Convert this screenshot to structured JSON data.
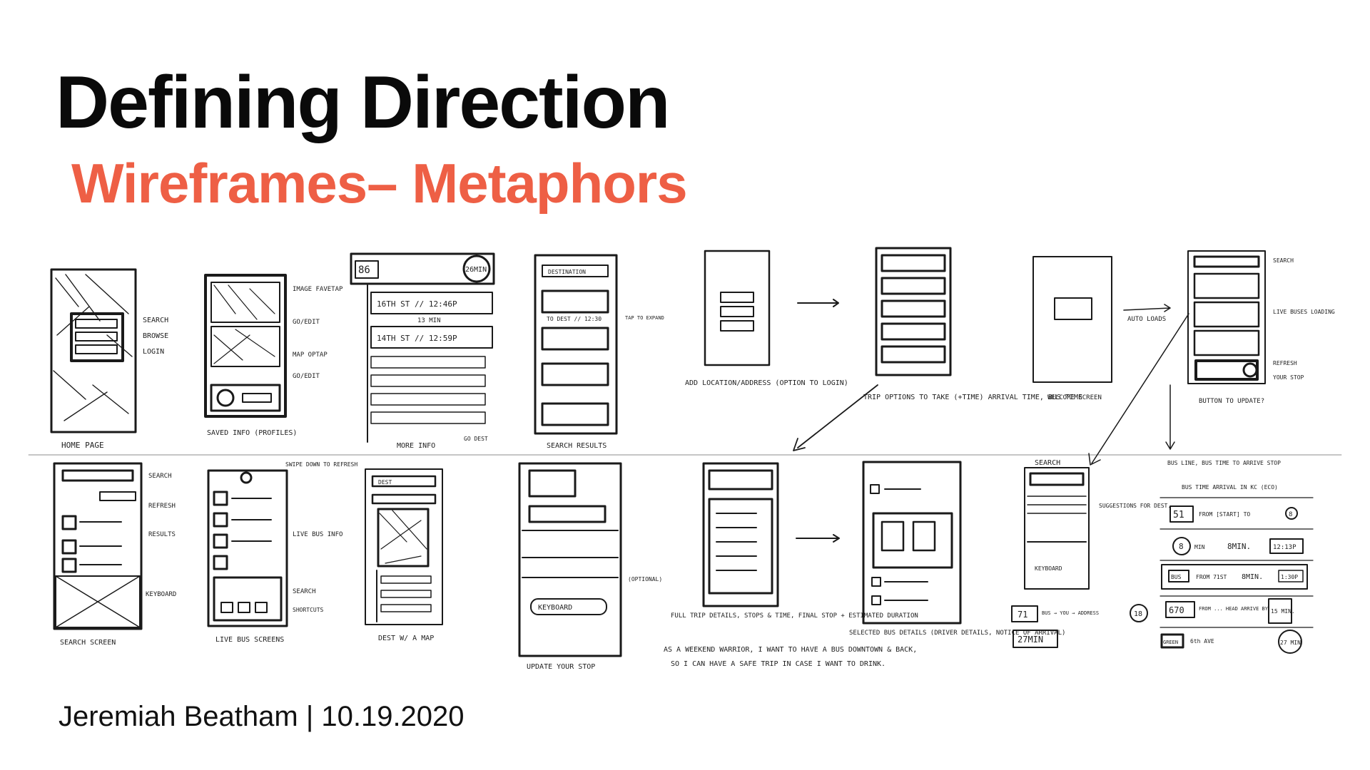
{
  "slide": {
    "title": "Defining Direction",
    "subtitle": "Wireframes– Metaphors",
    "footer": "Jeremiah Beatham | 10.19.2020",
    "accent_color": "#ee5f45",
    "title_color": "#0a0a0a"
  },
  "wireframes": {
    "home_page": {
      "caption": "HOME PAGE",
      "notes": [
        "SEARCH",
        "BROWSE",
        "LOGIN"
      ]
    },
    "saved_info": {
      "caption": "SAVED INFO (PROFILES)",
      "notes": [
        "IMAGE FAVETAP",
        "GO/EDIT",
        "MAP OPTAP",
        "GO/EDIT"
      ]
    },
    "more_info": {
      "caption": "MORE INFO",
      "route_number": "86",
      "duration": "26MIN",
      "stops": [
        "16TH ST // 12:46P",
        "13 MIN",
        "14TH ST // 12:59P"
      ],
      "note": "GO DEST"
    },
    "search_results": {
      "caption": "SEARCH RESULTS",
      "field": "DESTINATION",
      "row": "TO DEST // 12:30",
      "note": "TAP TO EXPAND"
    },
    "add_location": {
      "caption": "ADD LOCATION/ADDRESS (OPTION TO LOGIN)"
    },
    "trip_options": {
      "caption": "TRIP OPTIONS TO TAKE (+TIME) ARRIVAL TIME, BUS TIME"
    },
    "welcome": {
      "caption": "WELCOME SCREEN",
      "note": "AUTO LOADS"
    },
    "live_info": {
      "notes": [
        "SEARCH",
        "LIVE BUSES LOADING",
        "REFRESH",
        "YOUR STOP"
      ],
      "caption": "BUTTON TO UPDATE?"
    },
    "search_screen": {
      "caption": "SEARCH SCREEN",
      "notes": [
        "SEARCH",
        "REFRESH",
        "RESULTS",
        "KEYBOARD"
      ]
    },
    "live_bus_screens": {
      "caption": "LIVE BUS SCREENS",
      "notes": [
        "SWIPE DOWN TO REFRESH",
        "LIVE BUS INFO",
        "SEARCH",
        "SHORTCUTS"
      ]
    },
    "dest_map": {
      "caption": "DEST W/ A MAP",
      "field": "DEST"
    },
    "update_stop": {
      "caption": "UPDATE YOUR STOP",
      "keyboard": "KEYBOARD",
      "note": "(OPTIONAL)"
    },
    "full_trip": {
      "caption": "FULL TRIP DETAILS, STOPS & TIME, FINAL STOP + ESTIMATED DURATION"
    },
    "selected_bus": {
      "caption": "SELECTED BUS DETAILS (DRIVER DETAILS, NOTICE OF ARRIVAL)"
    },
    "story": [
      "AS A WEEKEND WARRIOR, I WANT TO HAVE A BUS DOWNTOWN & BACK,",
      "SO I CAN HAVE A SAFE TRIP IN CASE I WANT TO DRINK."
    ],
    "suggestions": {
      "header": "SEARCH",
      "keyboard": "KEYBOARD",
      "note": "SUGGESTIONS FOR DEST.",
      "bus": "71",
      "bus_note": "BUS → YOU → ADDRESS",
      "count": "18",
      "minutes": "27MIN"
    },
    "bus_list": {
      "header_1": "BUS LINE, BUS TIME TO ARRIVE STOP",
      "header_2": "BUS TIME ARRIVAL IN KC (ECO)",
      "rows": [
        {
          "bus": "51",
          "text": "FROM [START] TO",
          "badge": "8"
        },
        {
          "bus": "8",
          "text": "MIN",
          "badge": "8MIN.",
          "time": "12:13P"
        },
        {
          "bus": "BUS",
          "text": "FROM 71ST",
          "badge": "8MIN.",
          "time": "1:30P"
        },
        {
          "bus": "670",
          "text": "FROM ... HEAD ARRIVE BY",
          "badge": "15 MIN."
        },
        {
          "bus": "GREEN",
          "text": "6th AVE",
          "badge": "27 MIN"
        }
      ]
    }
  }
}
